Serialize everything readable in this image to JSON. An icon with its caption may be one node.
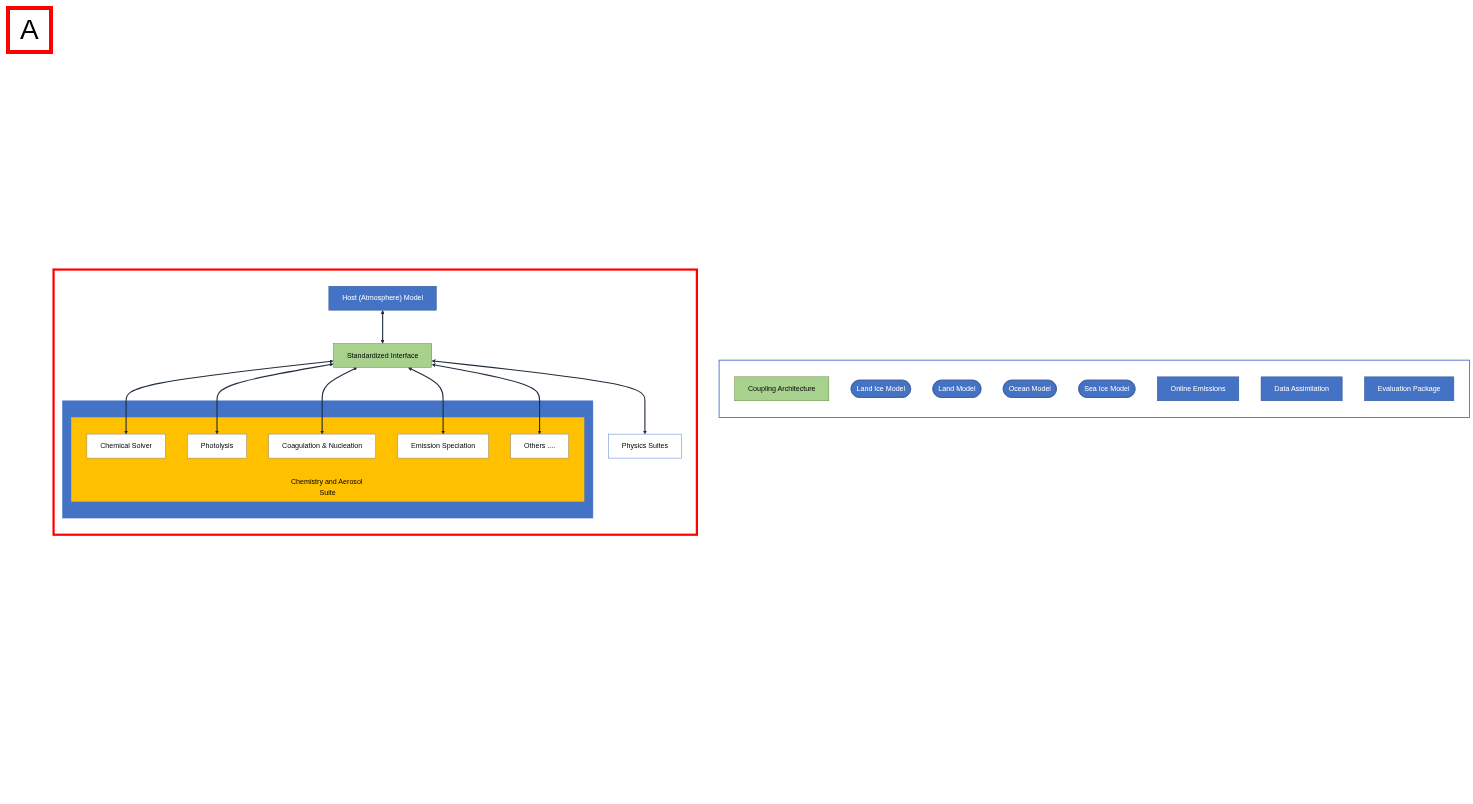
{
  "diagram": {
    "nodes": [
      {
        "text": [],
        "shape": "box"
      },
      {
        "text": [],
        "shape": "box"
      },
      {
        "text": [
          "Host (Atmosphere) Model"
        ],
        "in": 1
      },
      {
        "text": [
          "Standardized Interface"
        ],
        "in": 1
      },
      {
        "text": [
          "Physics Suites"
        ],
        "in": 1
      },
      {
        "text": [],
        "shape": "box",
        "in": 1
      },
      {
        "text": [
          "Chemistry and Aerosol Suite"
        ],
        "in": 5
      },
      {
        "text": [
          "Chemical Solver"
        ],
        "in": 6
      },
      {
        "text": [
          "Photolysis"
        ],
        "in": 6
      },
      {
        "text": [
          "Coagulation & Nucleation"
        ],
        "in": 6
      },
      {
        "text": [
          "Emission Speciation"
        ],
        "in": 6
      },
      {
        "text": [
          "Others ...."
        ],
        "in": 6
      },
      {
        "text": [
          "Coupling Architecture"
        ],
        "in": 0
      },
      {
        "text": [
          "Land Ice Model"
        ],
        "in": 0
      },
      {
        "text": [
          "Land Model"
        ],
        "in": 0
      },
      {
        "text": [
          "Ocean Model"
        ],
        "in": 0
      },
      {
        "text": [
          "Sea Ice Model"
        ],
        "in": 0
      },
      {
        "text": [
          "Online Emissions"
        ],
        "in": 0
      },
      {
        "text": [
          "Data Assimilation"
        ],
        "in": 0
      },
      {
        "text": [
          "Evaluation Package"
        ],
        "in": 0
      }
    ],
    "edges": [
      {
        "from": 2,
        "to": 3,
        "arrow": "both"
      },
      {
        "from": 3,
        "to": 4,
        "arrow": "both"
      },
      {
        "from": 3,
        "to": 7,
        "arrow": "both"
      },
      {
        "from": 3,
        "to": 8,
        "arrow": "both"
      },
      {
        "from": 3,
        "to": 9,
        "arrow": "both"
      },
      {
        "from": 3,
        "to": 10,
        "arrow": "both"
      },
      {
        "from": 3,
        "to": 11,
        "arrow": "both"
      }
    ],
    "labels": [
      "A"
    ]
  }
}
